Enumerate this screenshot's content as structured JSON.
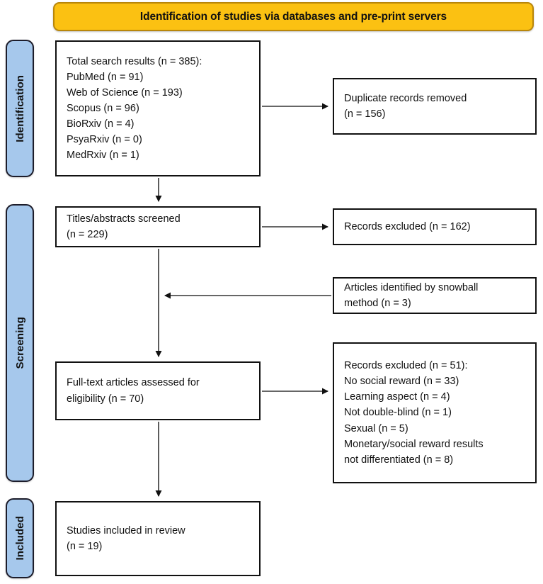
{
  "header": {
    "title": "Identification of studies via databases and pre-print servers"
  },
  "stages": [
    {
      "name": "identification",
      "label": "Identification"
    },
    {
      "name": "screening",
      "label": "Screening"
    },
    {
      "name": "included",
      "label": "Included"
    }
  ],
  "boxes": {
    "search_results": {
      "lines": [
        "Total search results (n = 385):",
        "PubMed (n = 91)",
        "Web of Science (n = 193)",
        "Scopus (n = 96)",
        "BioRxiv (n = 4)",
        "PsyaRxiv (n = 0)",
        "MedRxiv (n = 1)"
      ]
    },
    "duplicates_removed": {
      "lines": [
        "Duplicate records removed",
        "(n = 156)"
      ]
    },
    "titles_screened": {
      "lines": [
        "Titles/abstracts screened",
        "(n = 229)"
      ]
    },
    "records_excluded_screening": {
      "lines": [
        "Records excluded (n = 162)"
      ]
    },
    "snowball_articles": {
      "lines": [
        "Articles identified by snowball",
        "method (n = 3)"
      ]
    },
    "fulltext_assessed": {
      "lines": [
        "Full-text articles assessed for",
        "eligibility (n = 70)"
      ]
    },
    "records_excluded_eligibility": {
      "lines": [
        "Records excluded (n = 51):",
        "No social reward (n = 33)",
        "Learning aspect (n = 4)",
        "Not double-blind (n = 1)",
        "Sexual (n = 5)",
        "Monetary/social reward results",
        "not differentiated (n = 8)"
      ]
    },
    "studies_included": {
      "lines": [
        "Studies included in review",
        "(n = 19)"
      ]
    }
  },
  "colors": {
    "header_fill": "#FBC112",
    "header_border": "#B8860B",
    "stage_fill": "#A6C8EC",
    "stage_border": "#1d1d2b",
    "box_border": "#111111",
    "connector": "#333333",
    "text": "#111111",
    "background": "#ffffff"
  }
}
